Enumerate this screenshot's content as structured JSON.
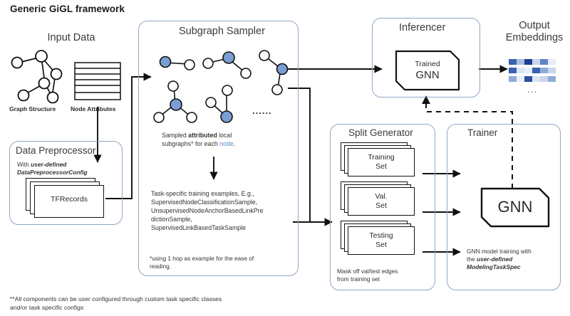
{
  "title": "Generic GiGL framework",
  "input_data": {
    "heading": "Input Data",
    "graph_caption": "Graph Structure",
    "attrs_caption": "Node Attributes"
  },
  "data_preprocessor": {
    "title": "Data Preprocessor",
    "subtitle_plain": "With ",
    "subtitle_em1": "user-defined",
    "subtitle_em2": "DataPreprocessorConfig",
    "doc_label": "TFRecords"
  },
  "subgraph_sampler": {
    "title": "Subgraph Sampler",
    "ellipsis": "......",
    "caption_line1_a": "Sampled ",
    "caption_line1_b": "attributed",
    "caption_line1_c": " local",
    "caption_line2_a": "subgraphs* for each ",
    "caption_line2_b": "node",
    "caption_line2_c": ".",
    "examples": "Task-specific training examples, E.g.,\nSupervisedNodeClassificationSample,\nUnsupervisedNodeAnchorBasedLinkPre\ndictionSample,\nSupervisedLinkBasedTaskSample",
    "footnote": "*using 1 hop as example for the ease of\nreading."
  },
  "split_generator": {
    "title": "Split Generator",
    "sets": [
      "Training\nSet",
      "Val.\nSet",
      "Testing\nSet"
    ],
    "note": "Mask off val/test edges\nfrom training set"
  },
  "trainer": {
    "title": "Trainer",
    "model_label": "GNN",
    "note_plain1": "GNN model training with",
    "note_plain2": "the ",
    "note_em1": "user-defined",
    "note_em2": "ModelingTaskSpec"
  },
  "inferencer": {
    "title": "Inferencer",
    "model_label_top": "Trained",
    "model_label_bottom": "GNN"
  },
  "output": {
    "heading_line1": "Output",
    "heading_line2": "Embeddings",
    "dots": "...",
    "rows": [
      [
        "#3a62ae",
        "#a9bdde",
        "#1f3f8f",
        "#c9d6ec",
        "#5e84c4",
        "#e8eef8"
      ],
      [
        "#3a62ae",
        "#dbe5f4",
        "#e8eef8",
        "#3a62ae",
        "#8fabd6",
        "#c9d6ec"
      ],
      [
        "#8fabd6",
        "#e8eef8",
        "#2d4f9e",
        "#dbe5f4",
        "#c9d6ec",
        "#8fabd6"
      ]
    ]
  },
  "footnote": "**All components can be user configured through custom task specific classes\nand/or task specific configs",
  "colors": {
    "panel_border": "#8fa8c6",
    "node_fill": "#7a9ed4",
    "link_text": "#5b87c9",
    "stroke": "#111111"
  }
}
